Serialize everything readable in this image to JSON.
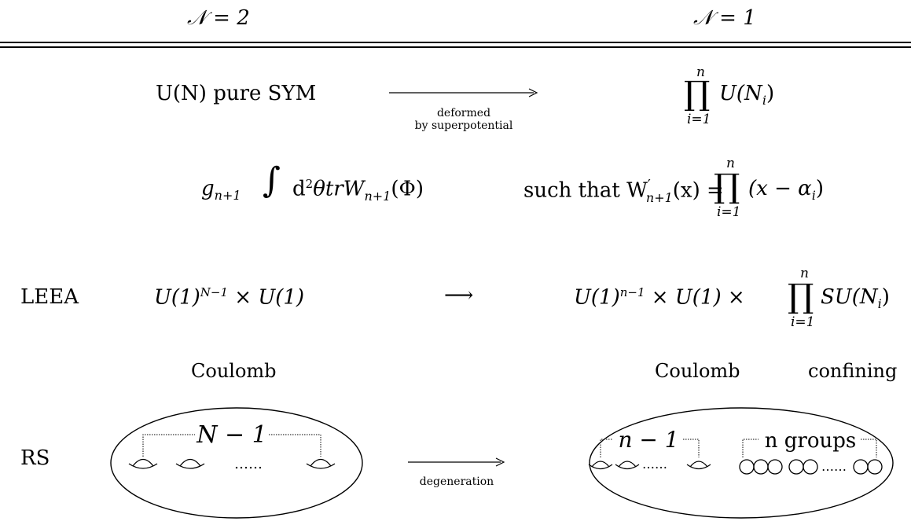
{
  "header": {
    "left": "𝒩 = 2",
    "right": "𝒩 = 1"
  },
  "row1": {
    "left": "U(N) pure SYM",
    "arrow_label_line1": "deformed",
    "arrow_label_line2": "by superpotential",
    "right_prefix": "∏",
    "right_upper": "n",
    "right_lower": "i=1",
    "right_term": "U(N",
    "right_sub": "i",
    "right_close": ")"
  },
  "row2": {
    "left_prefix": "g",
    "left_sub": "n+1",
    "integral": "∫",
    "integrand": "d",
    "integrand_sup": "2",
    "integrand_rest": "θtrW",
    "integrand_sub": "n+1",
    "integrand_end": "(Φ)",
    "middle": "such that W",
    "middle_sup": "′",
    "middle_sub": "n+1",
    "middle_end": "(x) =",
    "product": "∏",
    "product_upper": "n",
    "product_lower": "i=1",
    "product_term": "(x − α",
    "product_sub": "i",
    "product_close": ")"
  },
  "row3": {
    "label": "LEEA",
    "left": "U(1)",
    "left_sup": "N−1",
    "left_rest": " × U(1)",
    "arrow": "⟶",
    "right": "U(1)",
    "right_sup": "n−1",
    "right_rest": " × U(1) ×",
    "right_product": "∏",
    "right_upper": "n",
    "right_lower": "i=1",
    "right_term": "SU(N",
    "right_sub": "i",
    "right_close": ")"
  },
  "row4": {
    "left": "Coulomb",
    "right_a": "Coulomb",
    "right_b": "confining"
  },
  "row5": {
    "label": "RS",
    "left_bracket_label": "N − 1",
    "dots": "……",
    "arrow_label": "degeneration",
    "right_bracket1_label": "n − 1",
    "right_bracket2_label": "n groups"
  }
}
